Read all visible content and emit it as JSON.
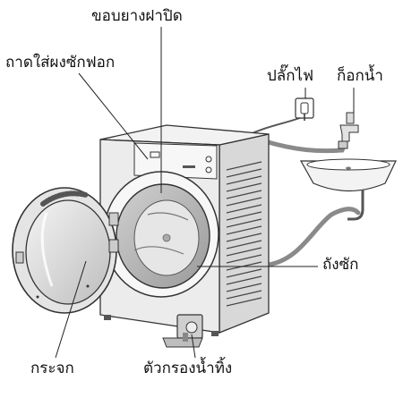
{
  "labels": {
    "door_seal": "ขอบยางฝาปิด",
    "detergent_tray": "ถาดใส่ผงซักฟอก",
    "power_plug": "ปลั๊กไฟ",
    "water_tap": "ก็อกน้ำ",
    "drum": "ถังซัก",
    "glass": "กระจก",
    "drain_filter": "ตัวกรองน้ำทิ้ง"
  },
  "colors": {
    "stroke": "#333333",
    "body_fill": "#eeeeee",
    "side_fill": "#d8d8d8",
    "hose": "#8a8a8a"
  }
}
